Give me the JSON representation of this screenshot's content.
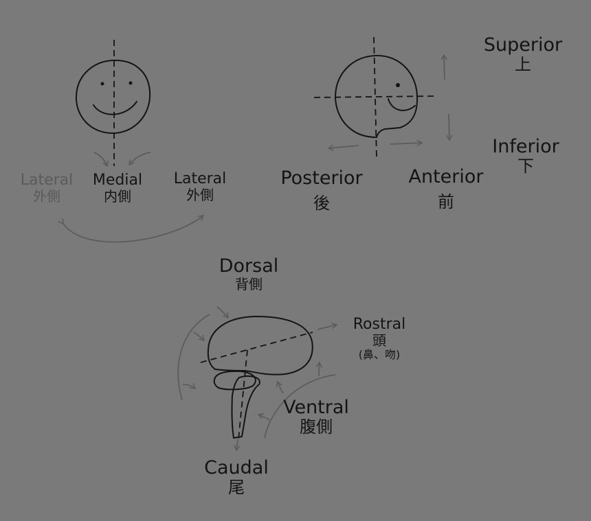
{
  "front_view": {
    "left": {
      "en": "Lateral",
      "jp": "外側"
    },
    "center": {
      "en": "Medial",
      "jp": "内側"
    },
    "right": {
      "en": "Lateral",
      "jp": "外側"
    }
  },
  "side_view": {
    "posterior": {
      "en": "Posterior",
      "jp": "後"
    },
    "anterior": {
      "en": "Anterior",
      "jp": "前"
    },
    "superior": {
      "en": "Superior",
      "jp": "上"
    },
    "inferior": {
      "en": "Inferior",
      "jp": "下"
    }
  },
  "brain_view": {
    "dorsal": {
      "en": "Dorsal",
      "jp": "背側"
    },
    "rostral": {
      "en": "Rostral",
      "jp": "頭",
      "jp_note": "(鼻、吻)"
    },
    "ventral": {
      "en": "Ventral",
      "jp": "腹側"
    },
    "caudal": {
      "en": "Caudal",
      "jp": "尾"
    }
  },
  "colors": {
    "background": "#7a7a7a",
    "ink": "#141414",
    "faint_ink": "#5a5a5a"
  }
}
